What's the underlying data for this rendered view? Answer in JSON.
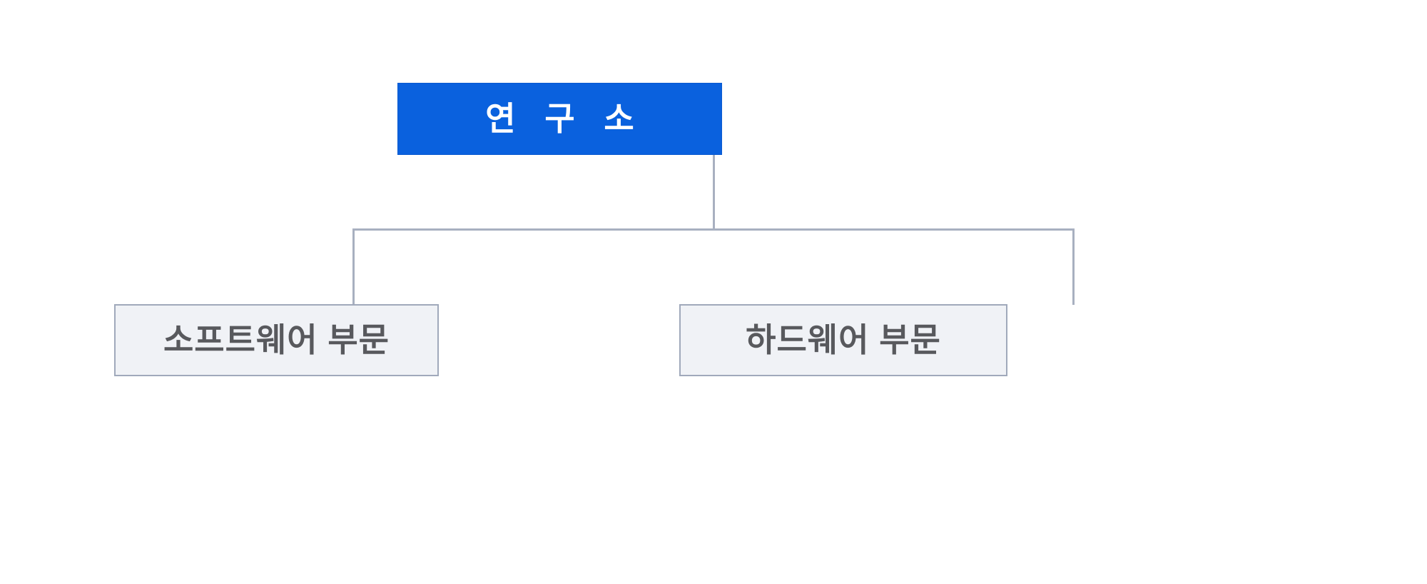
{
  "diagram": {
    "type": "organization-chart",
    "orientation": "top-down",
    "background_color": "#ffffff",
    "connector_color": "#a8b0c0",
    "root": {
      "id": "root",
      "label": "연 구 소",
      "fill_color": "#0a61de",
      "border_color": "#0a5ad0",
      "text_color": "#ffffff"
    },
    "children": [
      {
        "id": "software-division",
        "label": "소프트웨어 부문",
        "fill_color": "#f0f2f6",
        "border_color": "#a0a9bb",
        "text_color": "#58595d"
      },
      {
        "id": "hardware-division",
        "label": "하드웨어 부문",
        "fill_color": "#f0f2f6",
        "border_color": "#a0a9bb",
        "text_color": "#58595d"
      }
    ]
  }
}
